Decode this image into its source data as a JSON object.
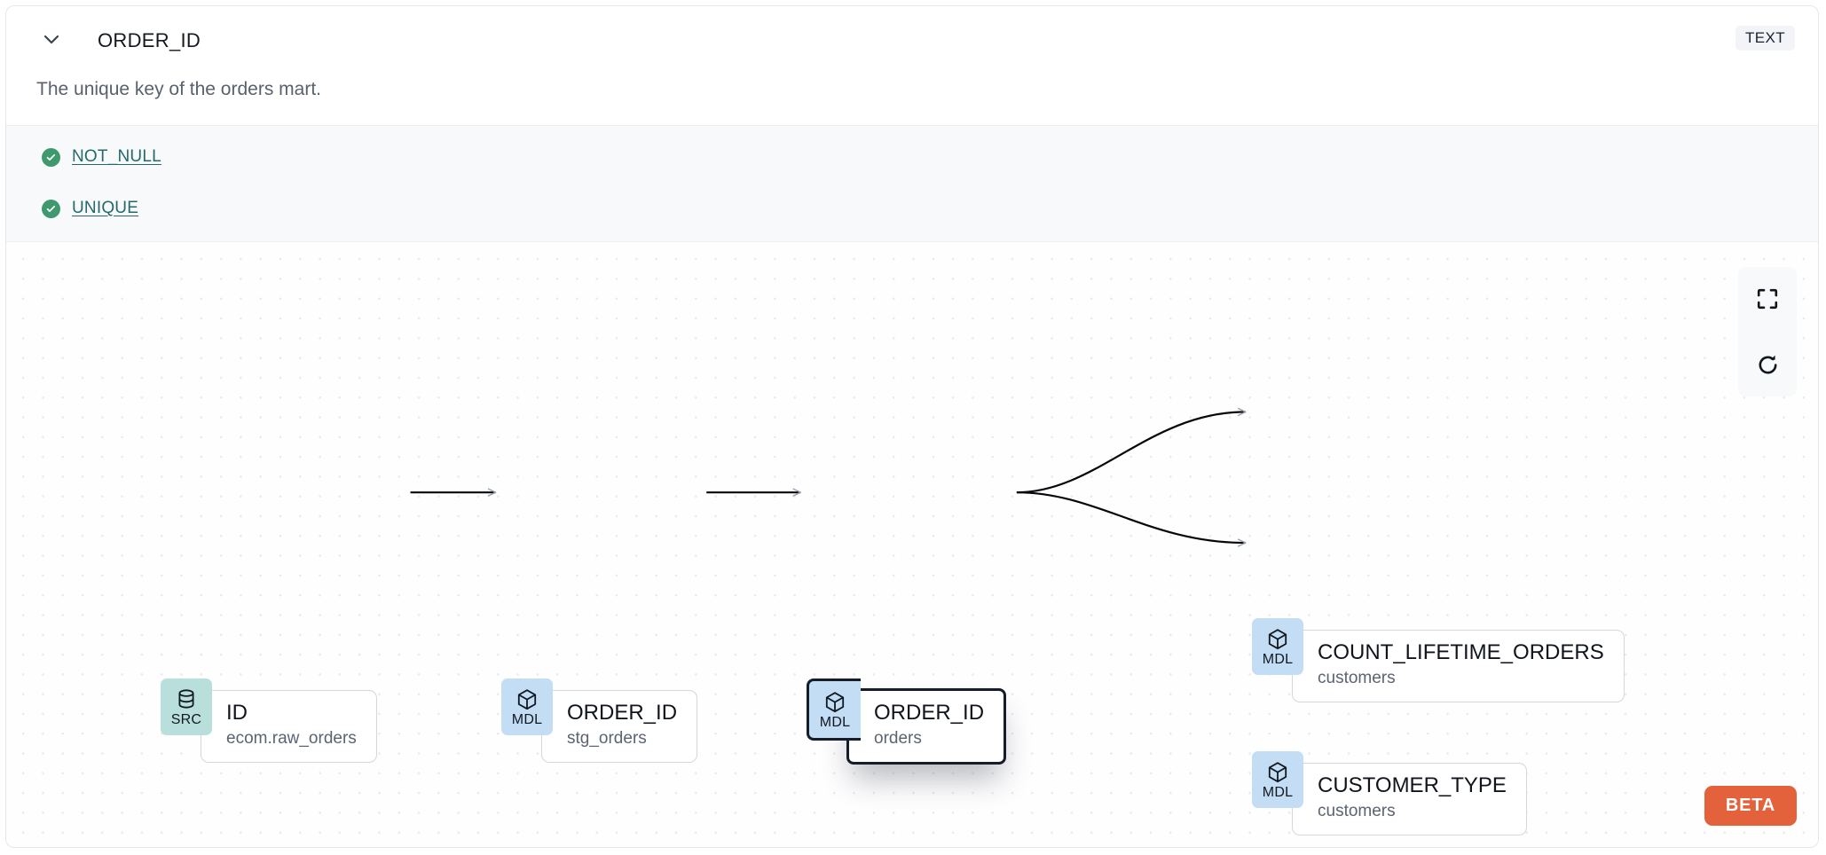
{
  "header": {
    "collapse_icon": "chevron-down-icon",
    "column_name": "ORDER_ID",
    "data_type_badge": "TEXT",
    "description": "The unique key of the orders mart."
  },
  "tests": {
    "items": [
      {
        "status_icon": "check-circle-icon",
        "label": "NOT_NULL",
        "status": "pass"
      },
      {
        "status_icon": "check-circle-icon",
        "label": "UNIQUE",
        "status": "pass"
      }
    ]
  },
  "lineage": {
    "nodes": [
      {
        "id": "src",
        "kind": "SRC",
        "kind_icon": "database-icon",
        "name": "ID",
        "model": "ecom.raw_orders",
        "selected": false
      },
      {
        "id": "stg",
        "kind": "MDL",
        "kind_icon": "cube-icon",
        "name": "ORDER_ID",
        "model": "stg_orders",
        "selected": false
      },
      {
        "id": "orders",
        "kind": "MDL",
        "kind_icon": "cube-icon",
        "name": "ORDER_ID",
        "model": "orders",
        "selected": true
      },
      {
        "id": "count",
        "kind": "MDL",
        "kind_icon": "cube-icon",
        "name": "COUNT_LIFETIME_ORDERS",
        "model": "customers",
        "selected": false
      },
      {
        "id": "custtype",
        "kind": "MDL",
        "kind_icon": "cube-icon",
        "name": "CUSTOMER_TYPE",
        "model": "customers",
        "selected": false
      }
    ],
    "edges": [
      {
        "from": "src",
        "to": "stg"
      },
      {
        "from": "stg",
        "to": "orders"
      },
      {
        "from": "orders",
        "to": "count"
      },
      {
        "from": "orders",
        "to": "custtype"
      }
    ],
    "toolbar": [
      {
        "icon": "fit-view-icon",
        "label": "Fit view"
      },
      {
        "icon": "refresh-icon",
        "label": "Refresh"
      }
    ],
    "beta_label": "BETA"
  },
  "colors": {
    "src_badge": "#b9dfdc",
    "mdl_badge": "#c3ddf5",
    "test_pass": "#3e9a6e",
    "test_link": "#25696a",
    "beta": "#e3623c",
    "selected_border": "#161c29"
  }
}
